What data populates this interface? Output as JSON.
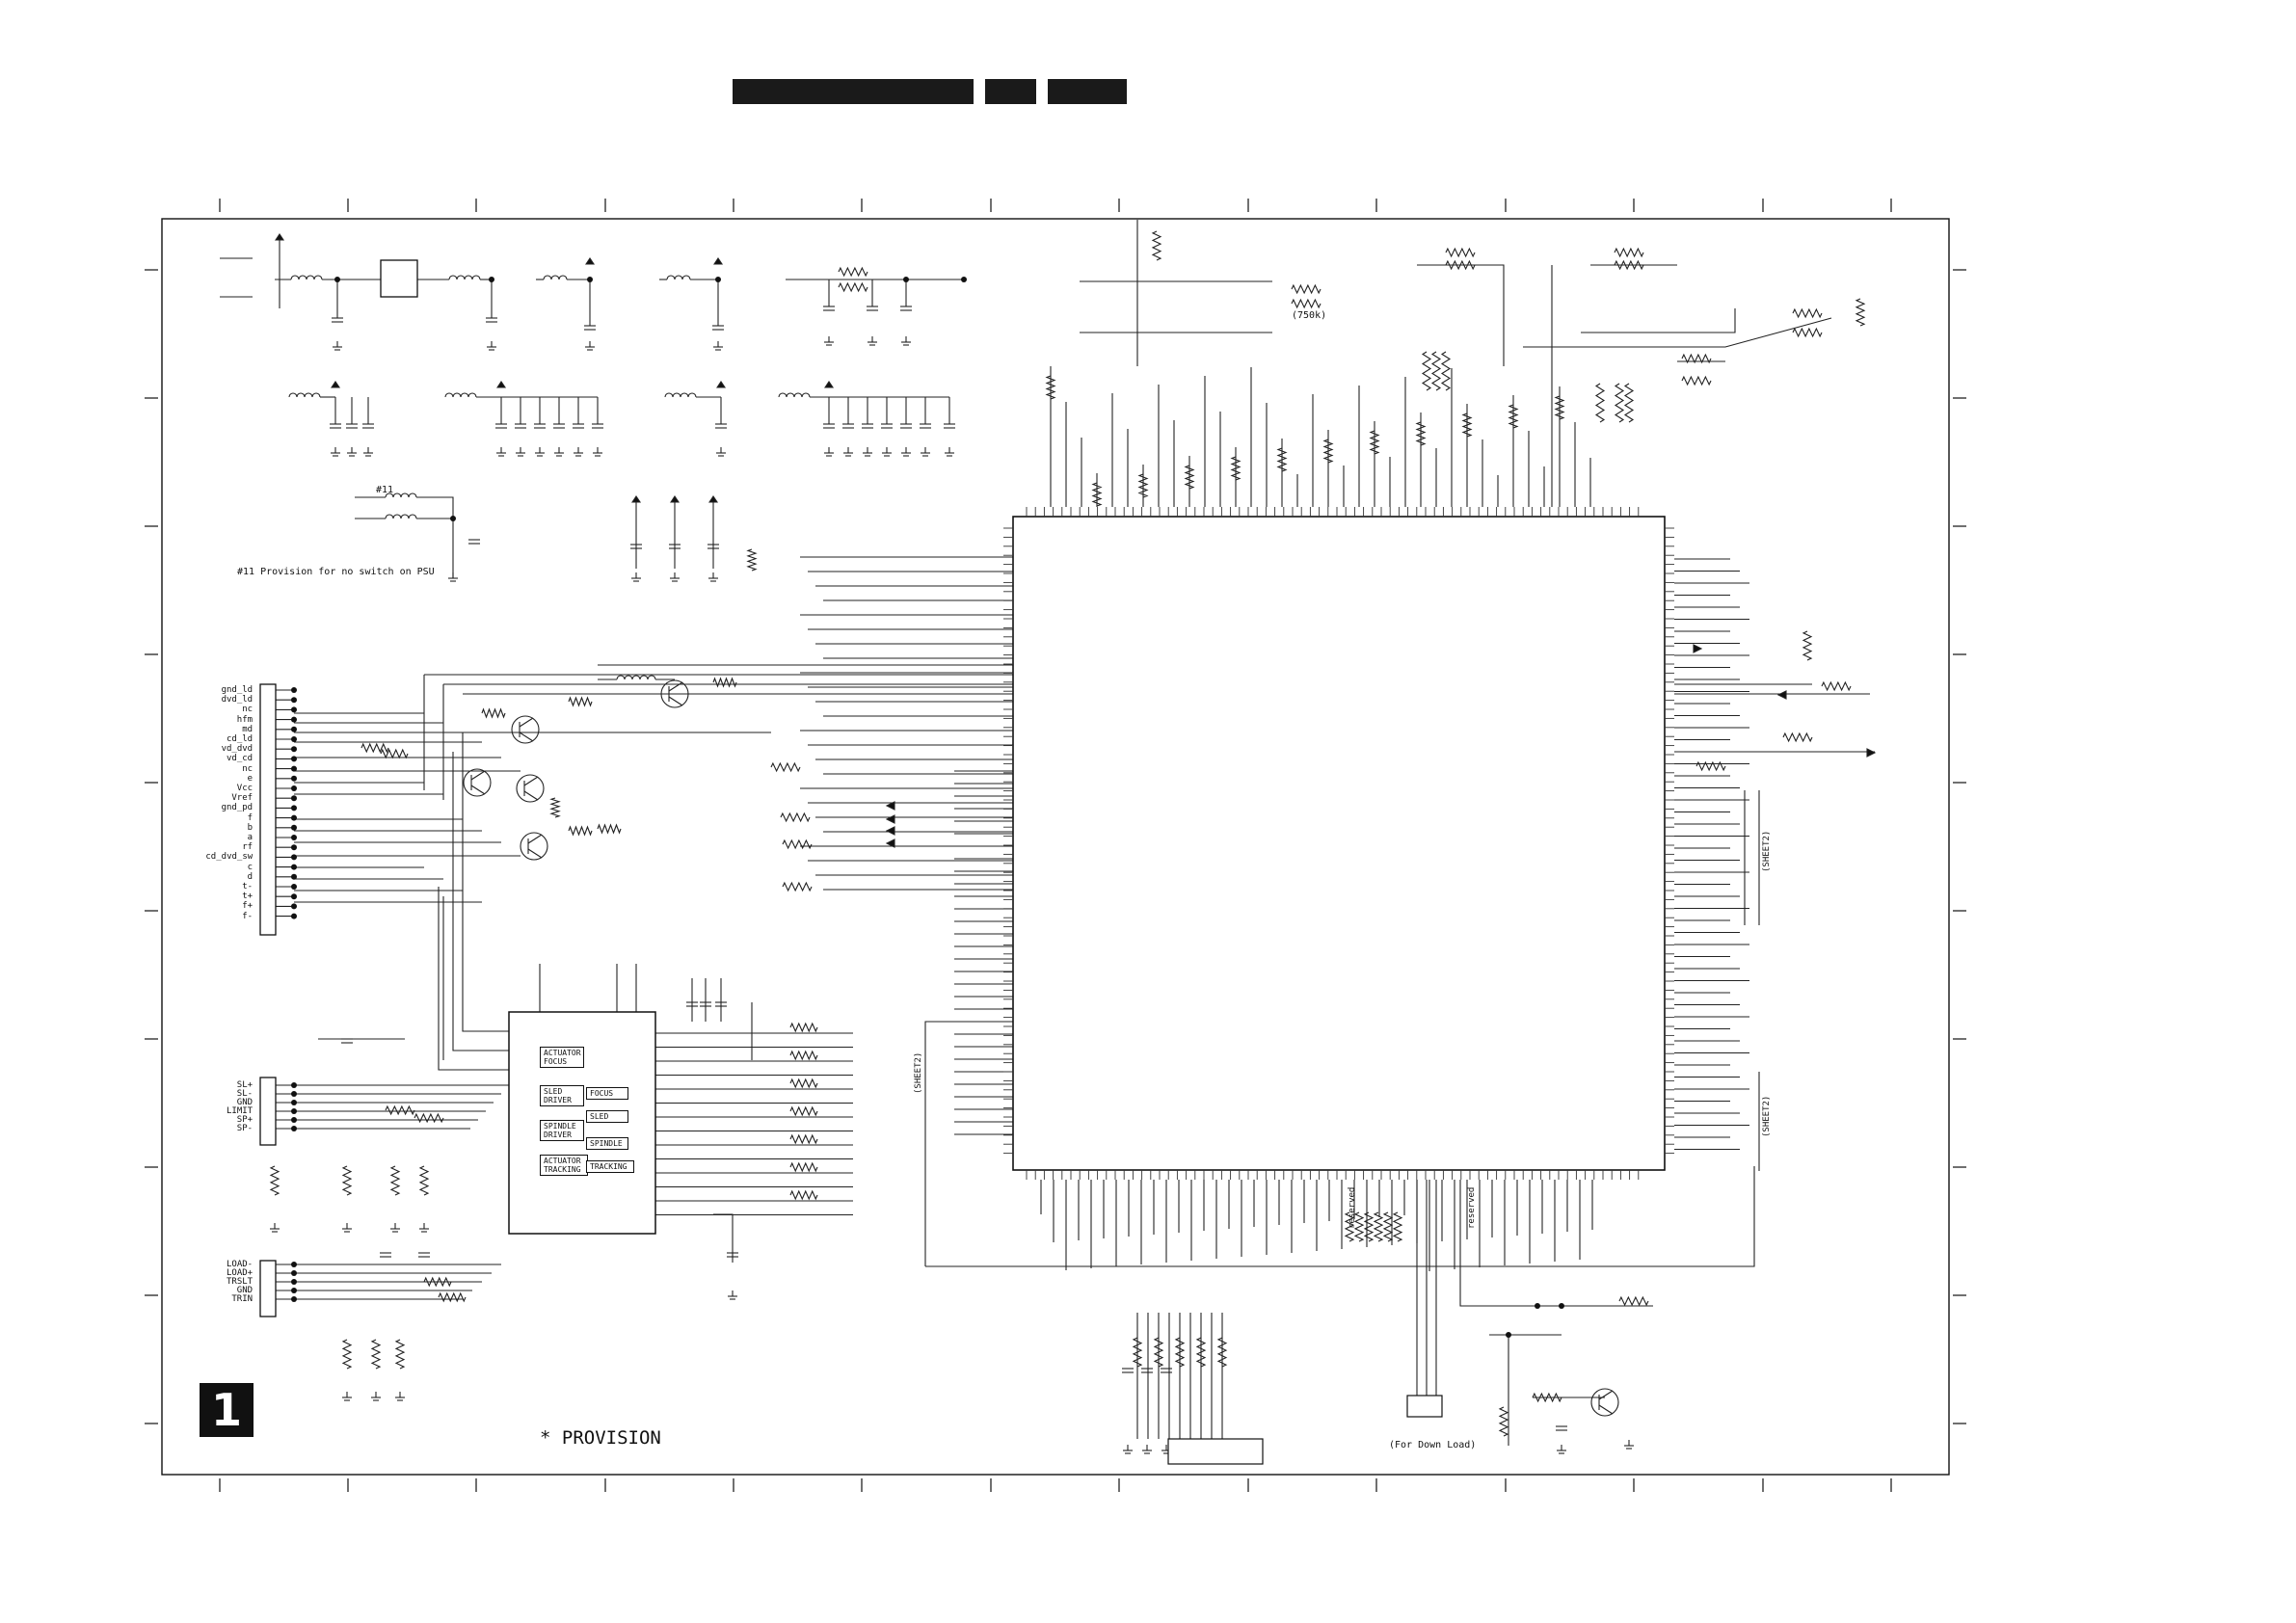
{
  "sheet": {
    "badge": "1",
    "provision_note": "* PROVISION",
    "psu_note": "#11 Provision for no switch on PSU",
    "psu_ref": "#11",
    "resistor_value": "(750k)",
    "download_note": "(For Down Load)",
    "sheet_ref": "(SHEET2)",
    "reserved_1": "reserved",
    "reserved_2": "reserved"
  },
  "connector_main": {
    "pins": [
      "gnd_ld",
      "dvd_ld",
      "nc",
      "hfm",
      "md",
      "cd_ld",
      "vd_dvd",
      "vd_cd",
      "nc",
      "e",
      "Vcc",
      "Vref",
      "gnd_pd",
      "f",
      "b",
      "a",
      "rf",
      "cd_dvd_sw",
      "c",
      "d",
      "t-",
      "t+",
      "f+",
      "f-"
    ]
  },
  "connector_motor": {
    "pins": [
      "SL+",
      "SL-",
      "GND",
      "LIMIT",
      "SP+",
      "SP-"
    ]
  },
  "connector_loader": {
    "pins": [
      "LOAD-",
      "LOAD+",
      "TRSLT",
      "GND",
      "TRIN"
    ]
  },
  "driver_ic": {
    "blocks": [
      "ACTUATOR FOCUS",
      "SLED DRIVER",
      "FOCUS",
      "SPINDLE DRIVER",
      "SLED",
      "SPINDLE",
      "ACTUATOR TRACKING",
      "TRACKING"
    ]
  }
}
